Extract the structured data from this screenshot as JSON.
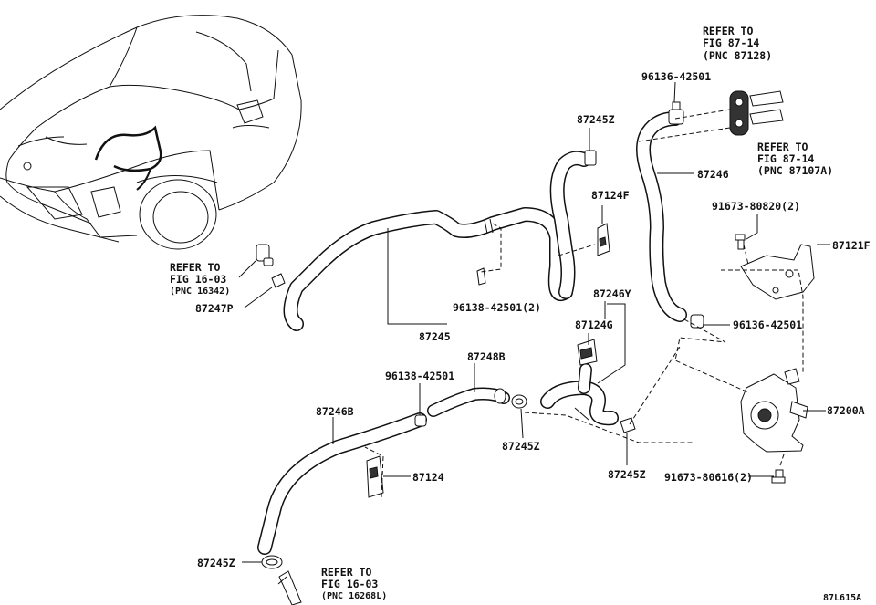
{
  "diagram": {
    "labels": {
      "refer_87128_line1": "REFER TO",
      "refer_87128_line2": "FIG 87-14",
      "refer_87128_line3": "(PNC 87128)",
      "refer_87107a_line1": "REFER TO",
      "refer_87107a_line2": "FIG 87-14",
      "refer_87107a_line3": "(PNC 87107A)",
      "refer_16342_line1": "REFER TO",
      "refer_16342_line2": "FIG 16-03",
      "refer_16342_line3": "(PNC 16342)",
      "refer_16268l_line1": "REFER TO",
      "refer_16268l_line2": "FIG 16-03",
      "refer_16268l_line3": "(PNC 16268L)",
      "p96136_top": "96136-42501",
      "p87245z_top": "87245Z",
      "p87246": "87246",
      "p87124f": "87124F",
      "p91673_80820": "91673-80820(2)",
      "p87121f": "87121F",
      "p96138_top": "96138-42501(2)",
      "p87247p": "87247P",
      "p87245": "87245",
      "p87246y": "87246Y",
      "p87124g": "87124G",
      "p96136_mid": "96136-42501",
      "p96138_mid": "96138-42501",
      "p87248b": "87248B",
      "p87246b": "87246B",
      "p87200a": "87200A",
      "p87124": "87124",
      "p87245z_mid_left": "87245Z",
      "p87245z_mid_right": "87245Z",
      "p91673_80616": "91673-80616(2)",
      "p87245z_bottom": "87245Z",
      "figure_code": "87L615A"
    }
  }
}
